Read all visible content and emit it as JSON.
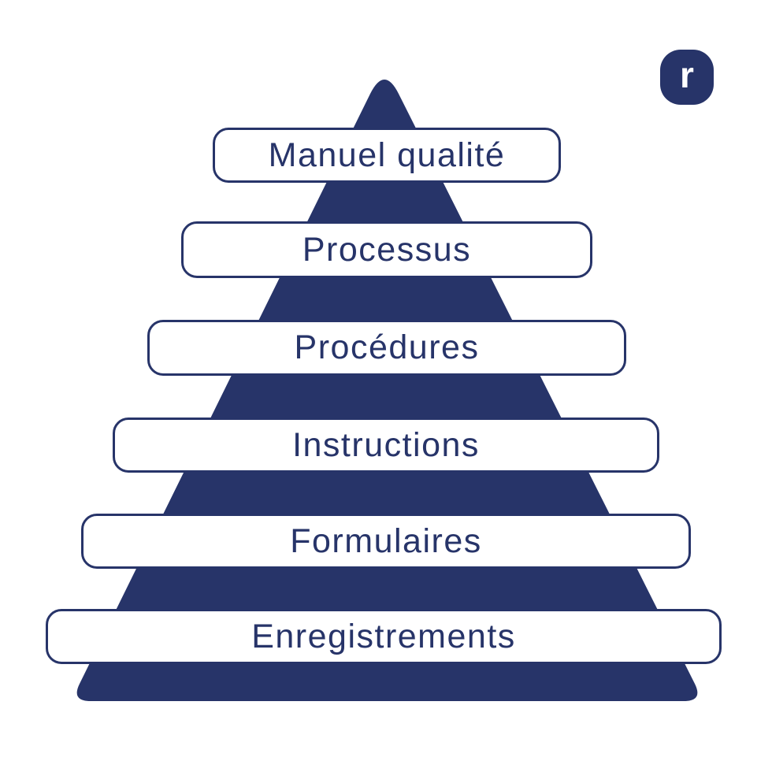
{
  "page": {
    "background_color": "#ffffff",
    "accent_color": "#273469",
    "description": "Quality documentation hierarchy pyramid"
  },
  "logo": {
    "letter": "r",
    "background_color": "#273469",
    "letter_color": "#ffffff"
  },
  "pyramid": {
    "fill_color": "#273469",
    "levels": [
      {
        "label": "Manuel qualité"
      },
      {
        "label": "Processus"
      },
      {
        "label": "Procédures"
      },
      {
        "label": "Instructions"
      },
      {
        "label": "Formulaires"
      },
      {
        "label": "Enregistrements"
      }
    ]
  }
}
